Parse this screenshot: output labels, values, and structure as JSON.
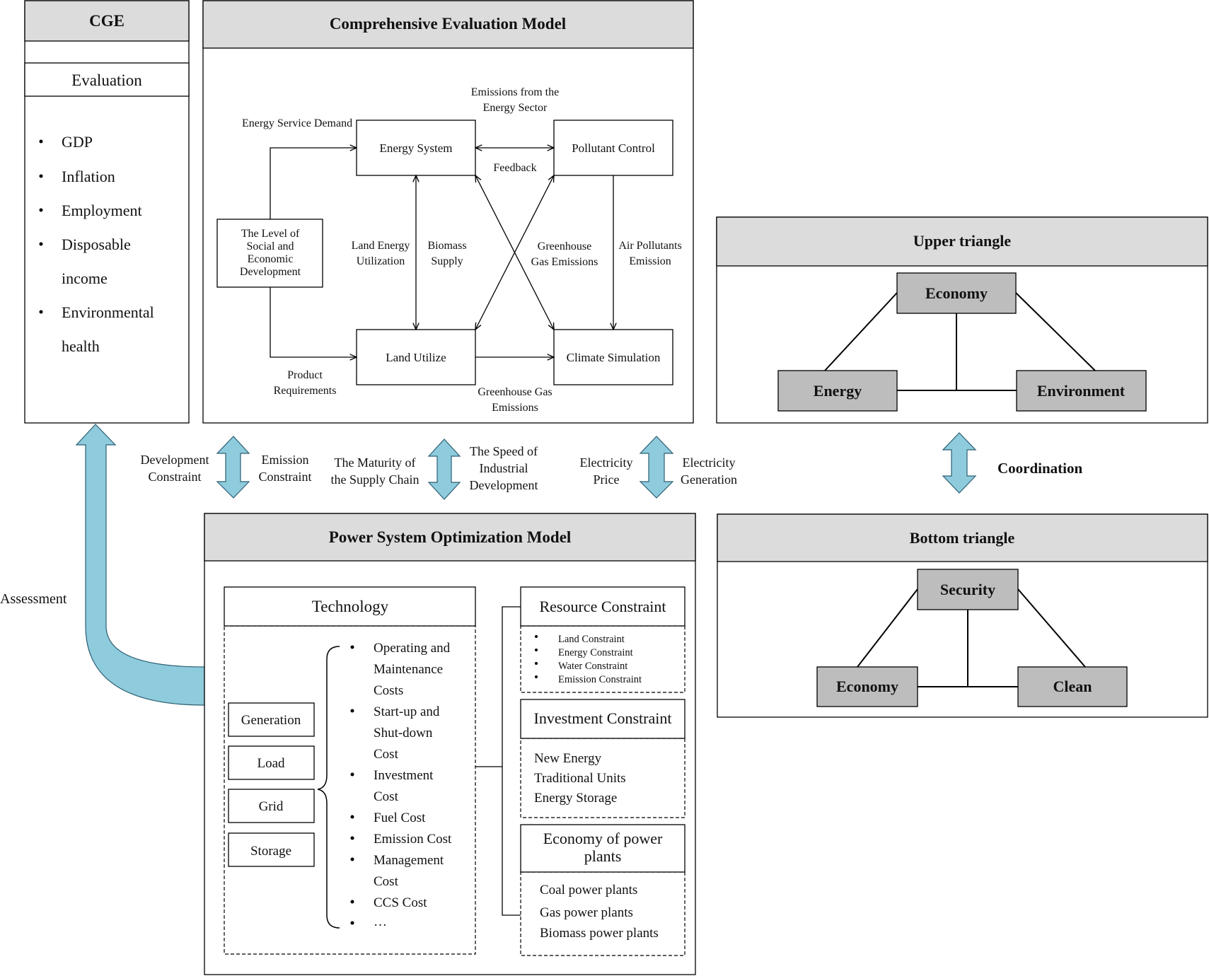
{
  "colors": {
    "header_fill": "#dcdcdc",
    "node_fill": "#bdbdbd",
    "arrow_fill": "#8ecbdc",
    "arrow_stroke": "#2b5f73",
    "line": "#000000"
  },
  "cge": {
    "title": "CGE",
    "subtitle": "Evaluation",
    "items": [
      "GDP",
      "Inflation",
      "Employment",
      "Disposable",
      "income",
      "Environmental",
      "health"
    ]
  },
  "comprehensive": {
    "title": "Comprehensive Evaluation Model",
    "boxes": {
      "energy_system": "Energy System",
      "pollutant_control": "Pollutant Control",
      "social_dev": [
        "The Level of",
        "Social and",
        "Economic",
        "Development"
      ],
      "land_utilize": "Land Utilize",
      "climate_sim": "Climate Simulation"
    },
    "labels": {
      "emissions_energy": [
        "Emissions from the",
        "Energy Sector"
      ],
      "service_demand": "Energy Service Demand",
      "feedback": "Feedback",
      "land_energy": [
        "Land Energy",
        "Utilization"
      ],
      "biomass": [
        "Biomass",
        "Supply"
      ],
      "ghg": [
        "Greenhouse",
        "Gas Emissions"
      ],
      "air_pollutants": [
        "Air Pollutants",
        "Emission"
      ],
      "product_req": [
        "Product",
        "Requirements"
      ],
      "ghg_bottom": [
        "Greenhouse Gas",
        "Emissions"
      ]
    }
  },
  "middle": {
    "development_constraint": [
      "Development",
      "Constraint"
    ],
    "emission_constraint": [
      "Emission",
      "Constraint"
    ],
    "supply_chain": [
      "The Maturity of",
      "the Supply Chain"
    ],
    "industrial_speed": [
      "The Speed of",
      "Industrial",
      "Development"
    ],
    "electricity_price": [
      "Electricity",
      "Price"
    ],
    "electricity_generation": [
      "Electricity",
      "Generation"
    ],
    "coordination": "Coordination",
    "assessment": "Assessment"
  },
  "upper_triangle": {
    "title": "Upper triangle",
    "top": "Economy",
    "left": "Energy",
    "right": "Environment"
  },
  "bottom_triangle": {
    "title": "Bottom triangle",
    "top": "Security",
    "left": "Economy",
    "right": "Clean"
  },
  "power": {
    "title": "Power System Optimization Model",
    "technology": "Technology",
    "components": [
      "Generation",
      "Load",
      "Grid",
      "Storage"
    ],
    "costs": [
      "Operating and",
      "Maintenance",
      "Costs",
      "Start-up and",
      "Shut-down",
      "Cost",
      "Investment",
      "Cost",
      "Fuel Cost",
      "Emission Cost",
      "Management",
      "Cost",
      "CCS Cost",
      "…"
    ],
    "resource_title": "Resource Constraint",
    "resource_items": [
      "Land Constraint",
      "Energy Constraint",
      "Water Constraint",
      "Emission Constraint"
    ],
    "investment_title": "Investment Constraint",
    "investment_items": [
      "New Energy",
      "Traditional Units",
      "Energy Storage"
    ],
    "economy_title": [
      "Economy of power",
      "plants"
    ],
    "economy_items": [
      "Coal power plants",
      "Gas power plants",
      "Biomass power plants"
    ]
  }
}
